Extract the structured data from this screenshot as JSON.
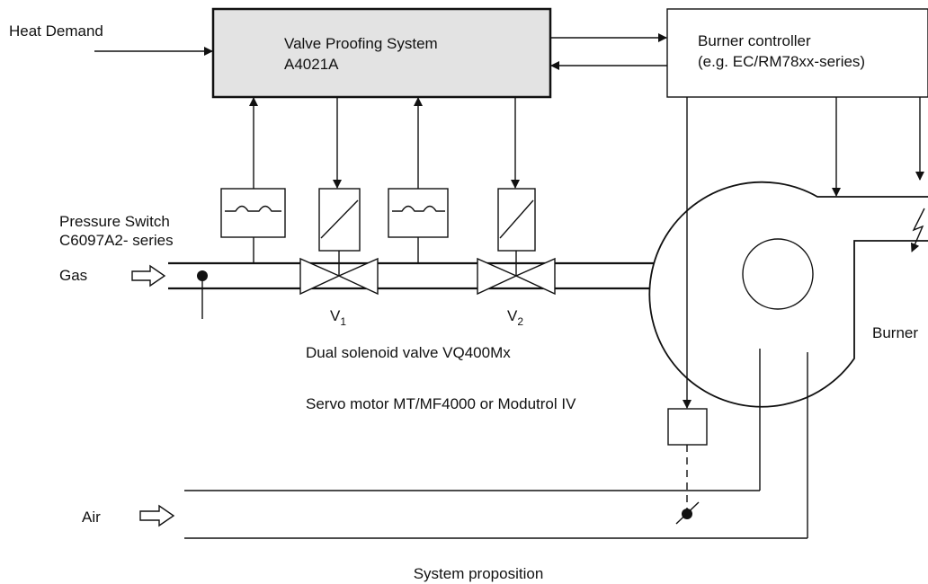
{
  "labels": {
    "heat_demand": "Heat Demand",
    "vps_line1": "Valve Proofing System",
    "vps_line2": "A4021A",
    "burner_ctrl_line1": "Burner controller",
    "burner_ctrl_line2": "(e.g. EC/RM78xx-series)",
    "pressure_switch_line1": "Pressure Switch",
    "pressure_switch_line2": "C6097A2- series",
    "gas": "Gas",
    "valve1_letter": "V",
    "valve1_sub": "1",
    "valve2_letter": "V",
    "valve2_sub": "2",
    "burner": "Burner",
    "dual_valve": "Dual solenoid valve VQ400Mx",
    "servo_motor": "Servo motor MT/MF4000 or Modutrol IV",
    "air": "Air",
    "caption": "System proposition"
  },
  "colors": {
    "vps_fill": "#e3e3e3",
    "line": "#111111"
  }
}
